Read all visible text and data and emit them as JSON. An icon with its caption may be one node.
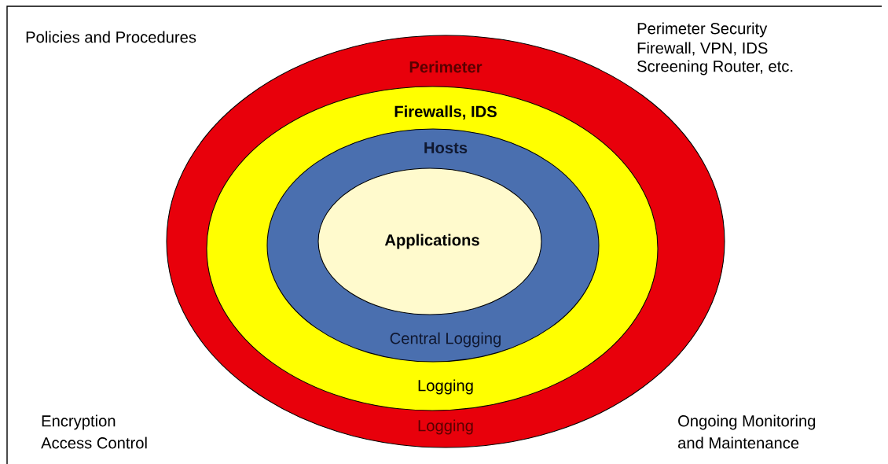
{
  "diagram": {
    "nodes": [
      {
        "text": [
          "Perimeter",
          "Logging"
        ]
      },
      {
        "text": [
          "Firewalls, IDS",
          "Logging"
        ],
        "in": 0
      },
      {
        "text": [
          "Hosts",
          "Central Logging"
        ],
        "in": 1
      },
      {
        "text": [
          "Applications"
        ],
        "in": 2
      }
    ],
    "labels": [
      "Policies and Procedures",
      "Perimeter Security",
      "Firewall, VPN, IDS",
      "Screening Router, etc.",
      "Encryption",
      "Access Control",
      "Ongoing Monitoring",
      "and Maintenance"
    ]
  }
}
